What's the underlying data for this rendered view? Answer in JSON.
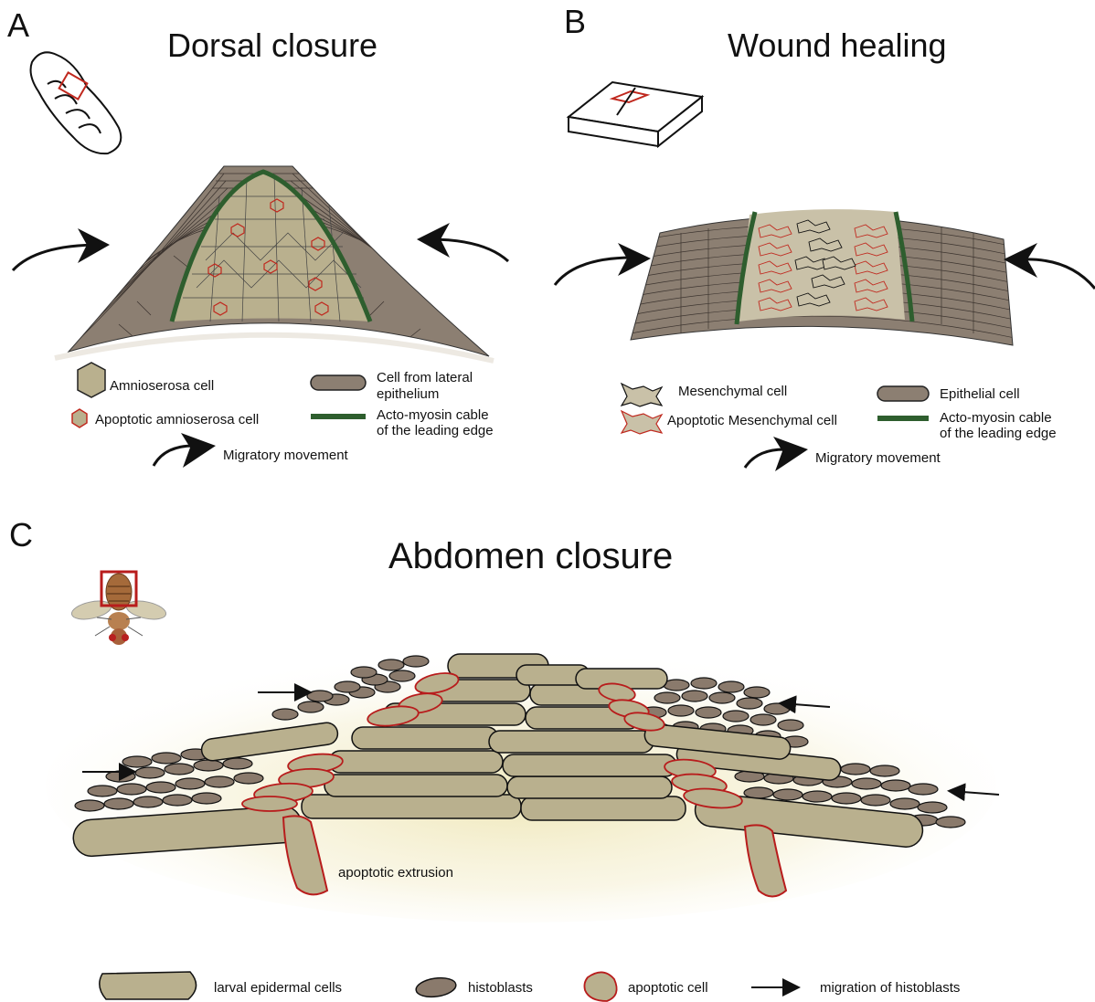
{
  "panels": {
    "a": {
      "letter": "A",
      "title": "Dorsal closure"
    },
    "b": {
      "letter": "B",
      "title": "Wound healing"
    },
    "c": {
      "letter": "C",
      "title": "Abdomen closure"
    }
  },
  "legend_a": {
    "amnioserosa": "Amnioserosa cell",
    "apoptotic_amnioserosa": "Apoptotic amnioserosa cell",
    "lateral_line1": "Cell from lateral",
    "lateral_line2": "epithelium",
    "cable_line1": "Acto-myosin cable",
    "cable_line2": "of the leading edge",
    "migratory": "Migratory movement"
  },
  "legend_b": {
    "mesenchymal": "Mesenchymal cell",
    "apoptotic_mesenchymal": "Apoptotic Mesenchymal cell",
    "epithelial": "Epithelial cell",
    "cable_line1": "Acto-myosin cable",
    "cable_line2": "of the leading edge",
    "migratory": "Migratory movement"
  },
  "panel_c": {
    "extrusion_label": "apoptotic extrusion",
    "legend": {
      "larval": "larval epidermal cells",
      "histoblasts": "histoblasts",
      "apoptotic": "apoptotic cell",
      "migration": "migration of histoblasts"
    }
  },
  "colors": {
    "larval_tan": "#b9b08e",
    "histoblast_brown": "#8a7a6c",
    "apoptotic_red": "#b81c1c",
    "cable_green": "#2e5e2e",
    "epithelium_brown": "#8c7f72"
  }
}
